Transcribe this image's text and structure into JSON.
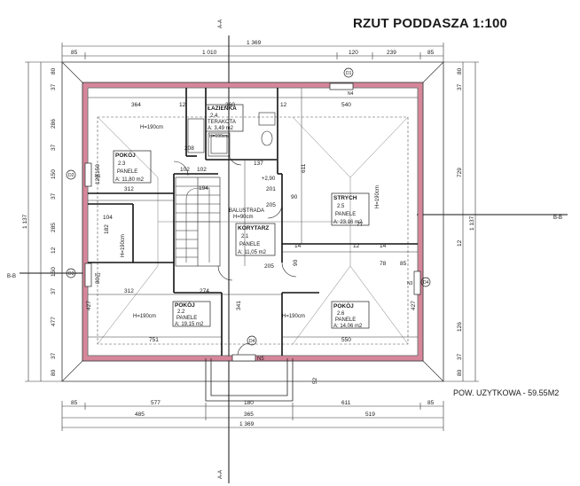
{
  "title": "RZUT PODDASZA  1:100",
  "usable_area": "POW. UZYTKOWA - 59.55M2",
  "top_dims": {
    "overall": "1 369",
    "row1": [
      "85",
      "1 010",
      "120",
      "239",
      "85"
    ]
  },
  "bottom_dims": {
    "row1": [
      "85",
      "577",
      "180",
      "611",
      "85"
    ],
    "row2": [
      "485",
      "365",
      "519"
    ],
    "overall": "1 369"
  },
  "left_dims": {
    "overall": "1 137",
    "parts": [
      "80",
      "37",
      "286",
      "37",
      "150",
      "37",
      "285",
      "12",
      "150",
      "37",
      "477",
      "37",
      "80"
    ]
  },
  "right_dims": {
    "overall": "1 137",
    "parts": [
      "80",
      "37",
      "729",
      "12",
      "126",
      "37",
      "80"
    ]
  },
  "section_marks": {
    "aa_top": "A-A",
    "aa_bottom": "A-A",
    "bb_left": "B-B",
    "bb_right": "B-B"
  },
  "windows": {
    "d1": "D1",
    "n4": "N4",
    "d2": "D2",
    "n1": "N1",
    "d3": "D3",
    "n2": "N2",
    "n3": "N3",
    "d4": "D4",
    "n5": "N5"
  },
  "rooms": {
    "bathroom": {
      "name": "ŁAZIENKA",
      "num": "2.4",
      "floor": "TERAKOTA",
      "area": "A: 3,49 m2"
    },
    "room1": {
      "name": "POKÓJ",
      "num": "2.3",
      "floor": "PANELE",
      "area": "A: 11,80 m2"
    },
    "attic": {
      "name": "STRYCH",
      "num": "2.5",
      "floor": "PANELE",
      "area": "A: 23,16 m2"
    },
    "corridor": {
      "name": "KORYTARZ",
      "num": "2.1",
      "floor": "PANELE",
      "area": "A: 11,05 m2"
    },
    "room2": {
      "name": "POKÓJ",
      "num": "2.2",
      "floor": "PANELE",
      "area": "A: 19,15 m2"
    },
    "room3": {
      "name": "POKÓJ",
      "num": "2.6",
      "floor": "PANELE",
      "area": "A: 14,06 m2"
    }
  },
  "notes": {
    "h190_room1": "H=190cm",
    "h190_attic": "H=190cm",
    "h190_v_left": "H=190cm",
    "h190_room2": "H=190cm",
    "h190_room3": "H=190cm",
    "h190_bath": "H=190cm",
    "balustrade": "BALUSTRADA",
    "balustrade_h": "H=90cm",
    "level": "+2,90"
  },
  "inner_dims": {
    "d364": "364",
    "d12a": "12",
    "d360": "360",
    "d12b": "12",
    "d540": "540",
    "d611": "611",
    "d137": "137",
    "d312a": "312",
    "d312b": "312",
    "d274": "274",
    "d751": "751",
    "d550": "550",
    "d104": "104",
    "d182": "182",
    "d201": "201",
    "d90a": "90",
    "d205a": "205",
    "d205b": "205",
    "d90b": "90",
    "d102a": "102",
    "d102b": "102",
    "d194": "194",
    "d208": "208",
    "d341": "341",
    "d427a": "427",
    "d427b": "427",
    "d78": "78",
    "d85": "85",
    "d14a": "14",
    "d14b": "14",
    "d12c": "12",
    "d77": "77",
    "d150": "150",
    "d120": "120",
    "d80": "80",
    "d52": "52"
  }
}
